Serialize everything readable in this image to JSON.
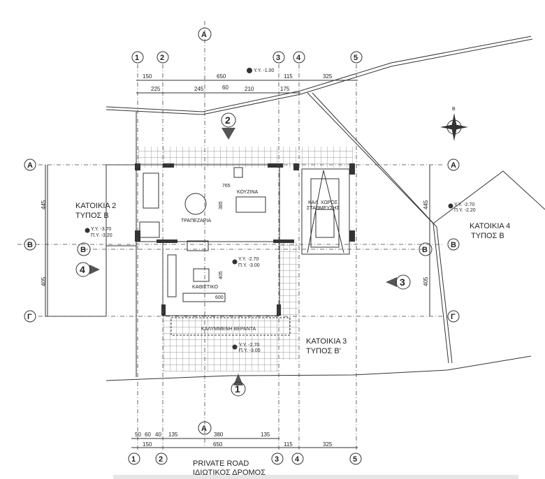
{
  "grid_columns": [
    "1",
    "2",
    "3",
    "4",
    "5"
  ],
  "grid_rows": [
    "Α",
    "Β",
    "Γ"
  ],
  "section_markers": {
    "a": "A",
    "b": "B"
  },
  "view_markers": [
    "1",
    "2",
    "3",
    "4"
  ],
  "top_dims_row1": [
    "150",
    "650",
    "115",
    "325"
  ],
  "top_dims_row2": [
    "225",
    "245",
    "60",
    "210",
    "175"
  ],
  "bottom_dims_row1": [
    "50",
    "60",
    "40",
    "135",
    "380",
    "135"
  ],
  "bottom_dims_row2": [
    "150",
    "650",
    "115",
    "325"
  ],
  "side_dims": [
    "445",
    "405"
  ],
  "interior_dims": [
    "765",
    "385",
    "405",
    "600"
  ],
  "levels": {
    "top": "Y.Y. -1.00",
    "left_yy": "Y.Y. -3.70",
    "left_py": "Π.Y. -3.20",
    "living_yy": "Y.Y. -2.70",
    "living_py": "Π.Y. -3.00",
    "veranda_yy": "Y.Y. -2.70",
    "veranda_py": "Π.Y. -3.05",
    "right_yy": "Y.Y. -2.70",
    "right_py": "Π.Y. -2.20"
  },
  "rooms": {
    "kitchen": "ΚΟΥΖΙΝΑ",
    "dining": "ΤΡΑΠΕΖΑΡΙΑ",
    "living": "ΚΑΘΙΣΤΙΚΟ",
    "veranda": "ΚΑΛΥΜΜΕΝΗ ΒΕΡΑΝΤΑ",
    "parking_1": "ΚΑΛ. ΧΩΡΟΣ",
    "parking_2": "ΣΤΑΘΜΕΥΣΗΣ"
  },
  "neighbours": {
    "house2_1": "ΚΑΤΟΙΚΙΑ 2",
    "house2_2": "ΤΥΠΟΣ Β",
    "house3_1": "ΚΑΤΟΙΚΙΑ 3",
    "house3_2": "ΤΥΠΟΣ Β'",
    "house4_1": "ΚΑΤΟΙΚΙΑ 4",
    "house4_2": "ΤΥΠΟΣ Β"
  },
  "road": {
    "en": "PRIVATE ROAD",
    "gr": "ΙΔΙΩΤΙΚΟΣ ΔΡΟΜΟΣ"
  },
  "compass_label": "B"
}
